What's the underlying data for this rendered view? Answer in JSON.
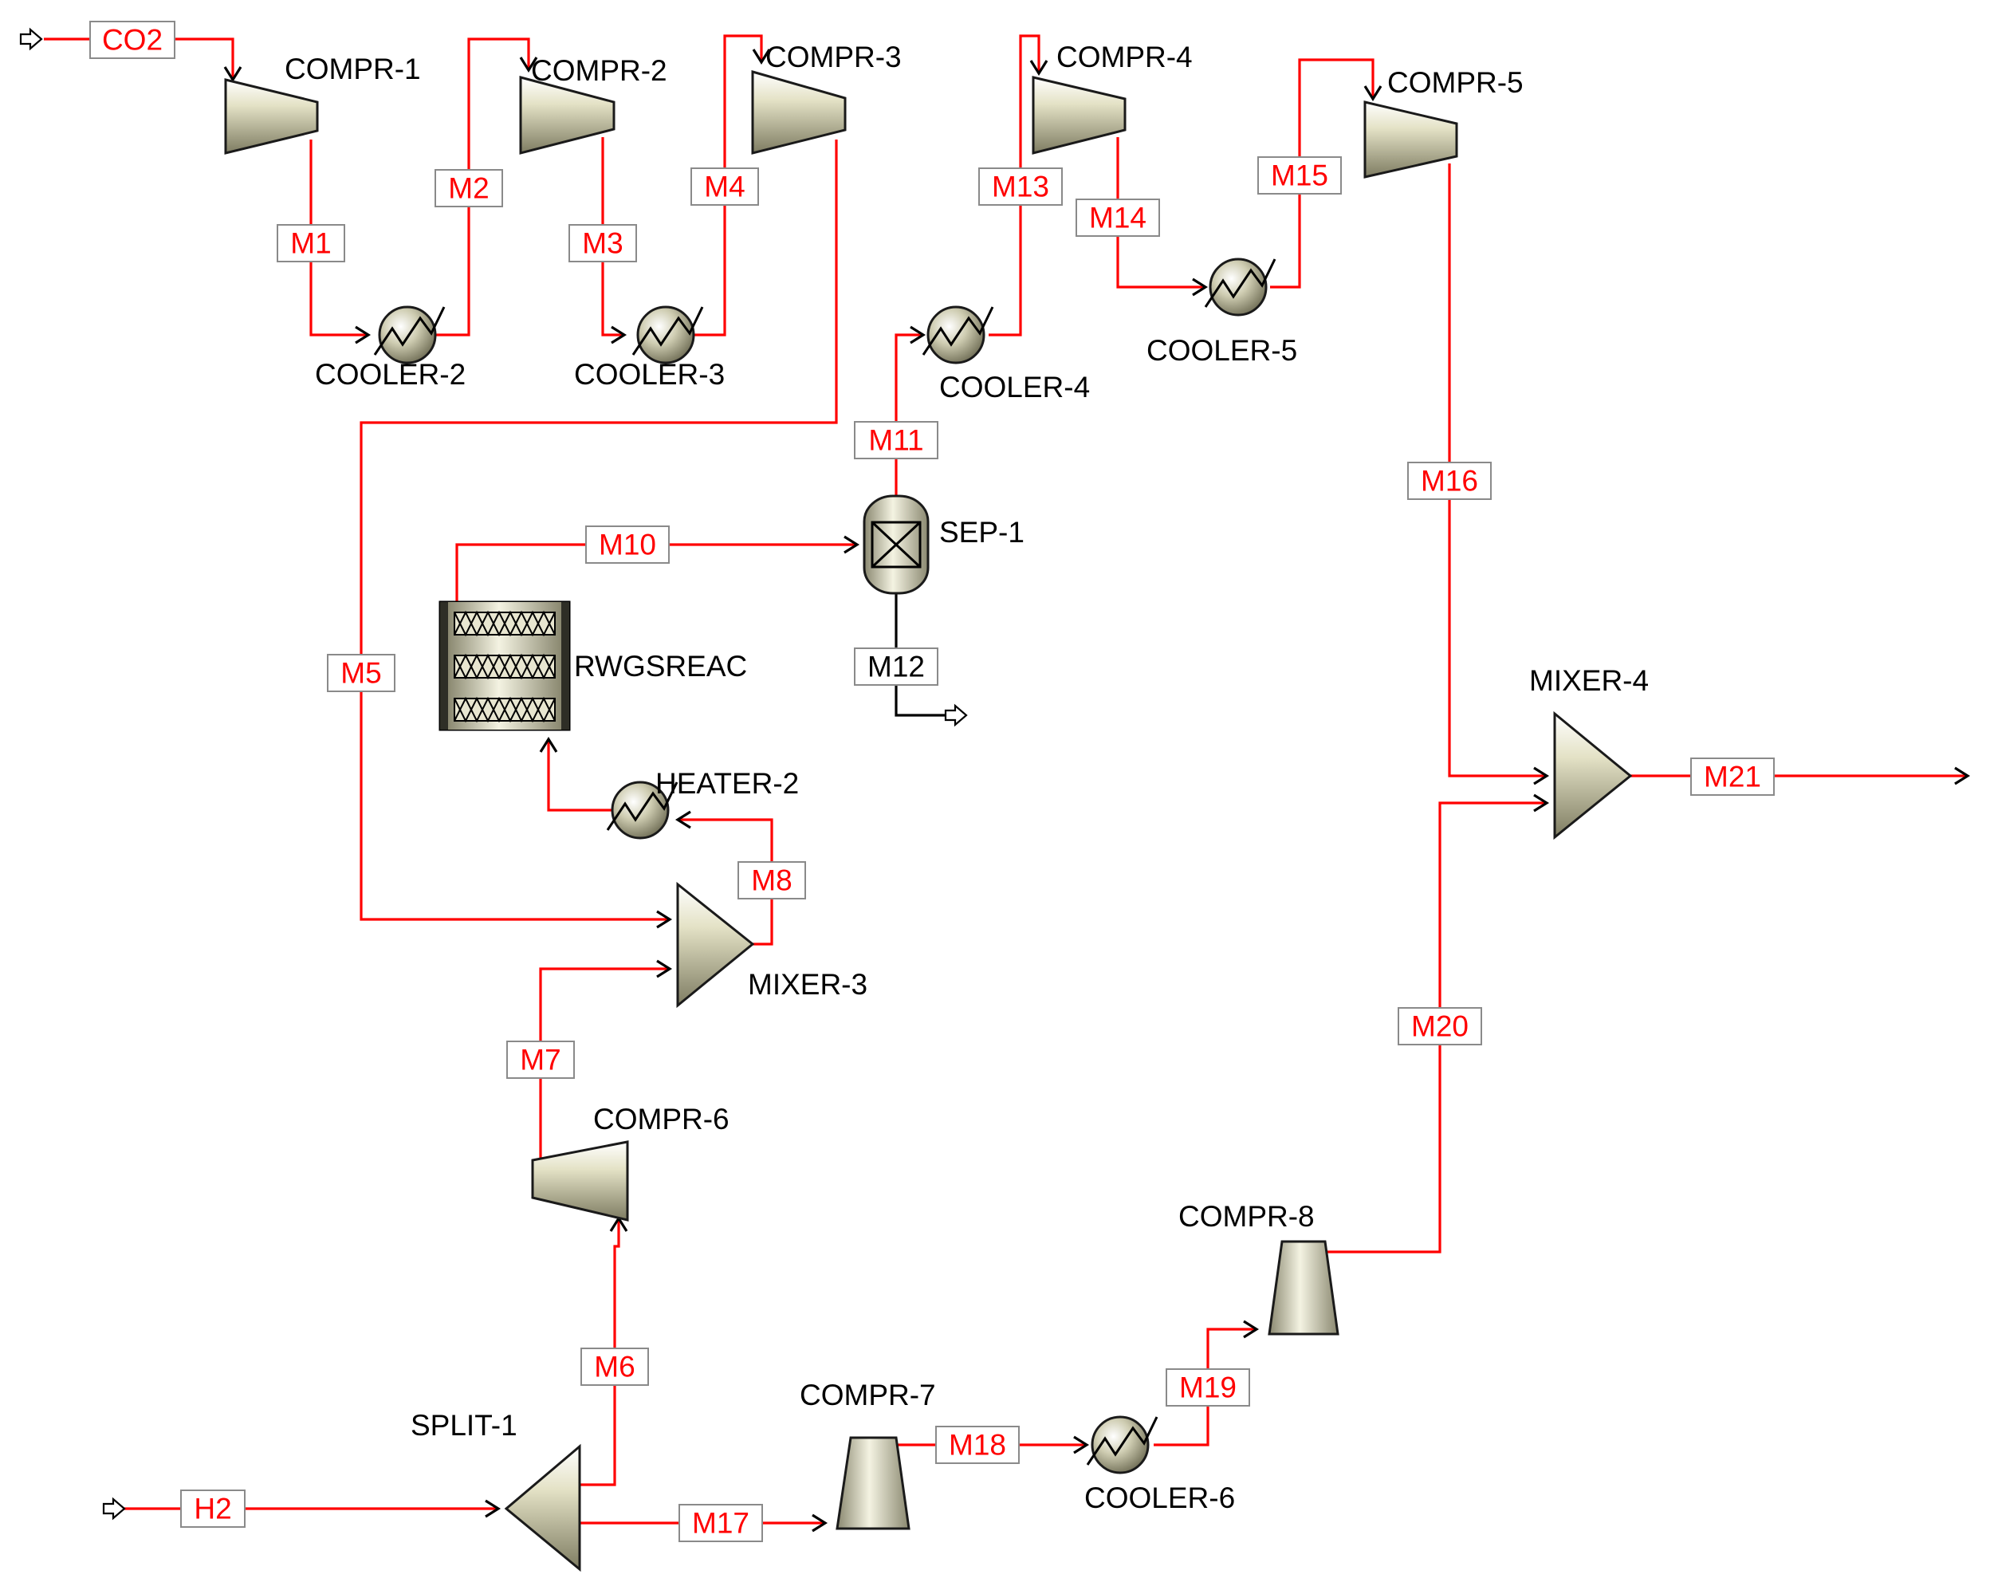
{
  "streams": {
    "CO2": "CO2",
    "H2": "H2",
    "M1": "M1",
    "M2": "M2",
    "M3": "M3",
    "M4": "M4",
    "M5": "M5",
    "M6": "M6",
    "M7": "M7",
    "M8": "M8",
    "M10": "M10",
    "M11": "M11",
    "M12": "M12",
    "M13": "M13",
    "M14": "M14",
    "M15": "M15",
    "M16": "M16",
    "M17": "M17",
    "M18": "M18",
    "M19": "M19",
    "M20": "M20",
    "M21": "M21"
  },
  "blocks": {
    "compr1": "COMPR-1",
    "compr2": "COMPR-2",
    "compr3": "COMPR-3",
    "compr4": "COMPR-4",
    "compr5": "COMPR-5",
    "compr6": "COMPR-6",
    "compr7": "COMPR-7",
    "compr8": "COMPR-8",
    "cooler2": "COOLER-2",
    "cooler3": "COOLER-3",
    "cooler4": "COOLER-4",
    "cooler5": "COOLER-5",
    "cooler6": "COOLER-6",
    "heater2": "HEATER-2",
    "rwgsreac": "RWGSREAC",
    "sep1": "SEP-1",
    "mixer3": "MIXER-3",
    "mixer4": "MIXER-4",
    "split1": "SPLIT-1"
  },
  "colors": {
    "material_stream": "#ff0000",
    "product_stream": "#000000",
    "equipment_fill": "#d2d0b4"
  }
}
